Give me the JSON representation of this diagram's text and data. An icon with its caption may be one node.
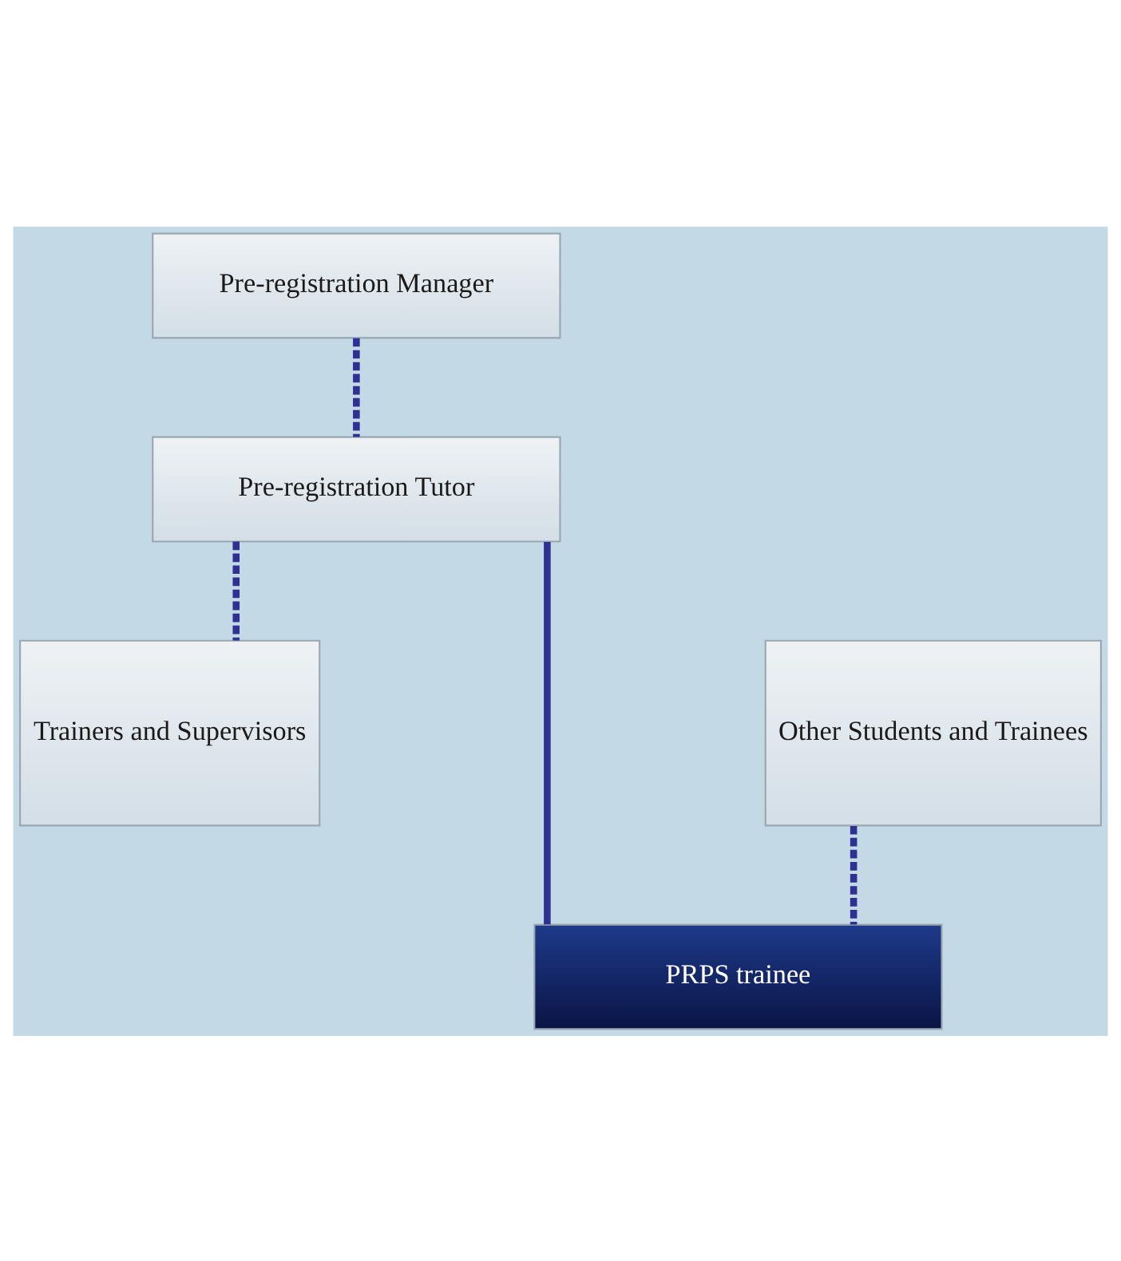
{
  "diagram": {
    "nodes": [
      {
        "text": [
          "Pre-registration Manager"
        ]
      },
      {
        "text": [
          "Pre-registration Tutor"
        ]
      },
      {
        "text": [
          "Trainers and Supervisors"
        ]
      },
      {
        "text": [
          "Other Students and Trainees"
        ]
      },
      {
        "text": [
          "PRPS trainee"
        ]
      }
    ],
    "edges": [
      {
        "from": 0,
        "to": 1,
        "arrow": "none",
        "style": "dashed"
      },
      {
        "from": 1,
        "to": 2,
        "arrow": "none",
        "style": "dashed"
      },
      {
        "from": 1,
        "to": 4,
        "arrow": "none"
      },
      {
        "from": 3,
        "to": 4,
        "arrow": "none",
        "style": "dashed"
      }
    ]
  }
}
